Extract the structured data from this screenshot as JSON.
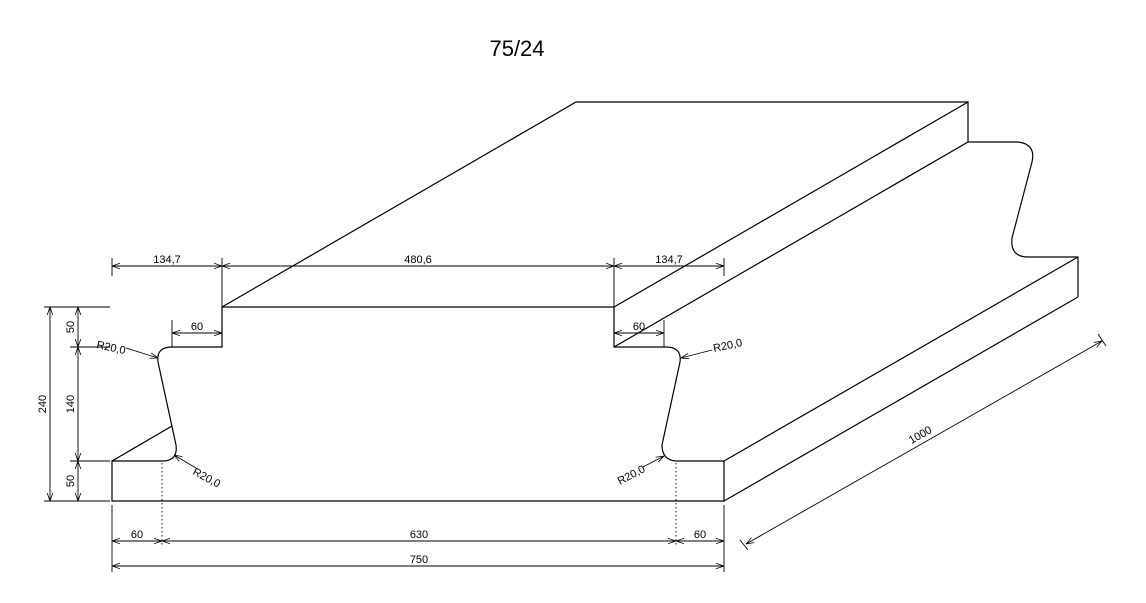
{
  "title": "75/24",
  "dims": {
    "top_left": "134,7",
    "top_mid": "480,6",
    "top_right": "134,7",
    "step_left": "60",
    "step_right": "60",
    "r_top_left": "R20,0",
    "r_top_right": "R20,0",
    "r_bot_left": "R20,0",
    "r_bot_right": "R20,0",
    "h_total": "240",
    "h_top": "50",
    "h_mid": "140",
    "h_bot": "50",
    "w_left": "60",
    "w_mid": "630",
    "w_right": "60",
    "w_total": "750",
    "length": "1000"
  }
}
